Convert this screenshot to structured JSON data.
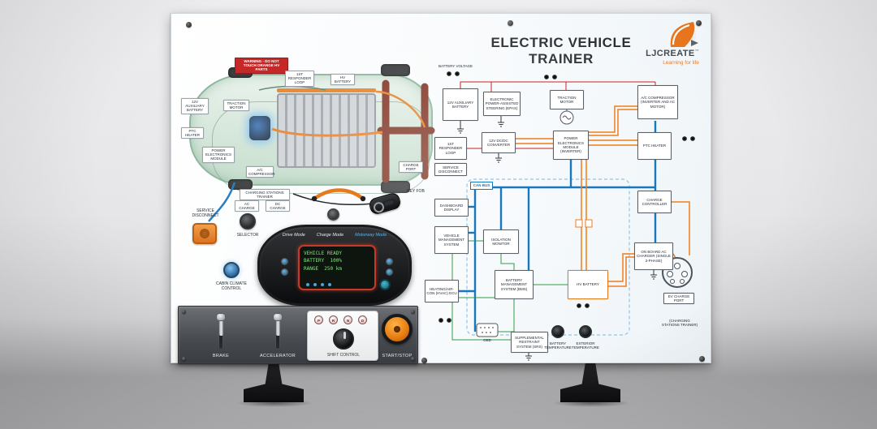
{
  "header": {
    "title": "ELECTRIC VEHICLE TRAINER",
    "brand": "LJCREATE",
    "trademark": "™",
    "tagline": "Learning for life"
  },
  "car": {
    "warning": "WARNING - DO NOT TOUCH ORANGE HV PARTS",
    "labels": [
      {
        "text": "1ST RESPONDER LOOP"
      },
      {
        "text": "HV BATTERY"
      },
      {
        "text": "12V AUXILIARY BATTERY"
      },
      {
        "text": "TRACTION MOTOR"
      },
      {
        "text": "POWER ELECTRONICS MODULE"
      },
      {
        "text": "PTC HEATER"
      },
      {
        "text": "A/C COMPRESSOR"
      },
      {
        "text": "CHARGE PORT"
      }
    ],
    "charging_note": "CHARGING STATIONS TRAINER",
    "ac_charge": "AC CHARGE",
    "dc_charge": "DC CHARGE"
  },
  "controls": {
    "service_disconnect": "SERVICE DISCONNECT",
    "selector": "SELECTOR",
    "cabin_climate": "CABIN CLIMATE CONTROL",
    "key_fob": "KEY FOB",
    "cluster": {
      "modes": [
        "Drive Mode",
        "Charge Mode",
        "Motorway Mode"
      ],
      "lcd_lines": [
        "VEHICLE READY",
        "BATTERY  100%",
        "RANGE  250 km"
      ]
    }
  },
  "bottom_panel": {
    "brake": "BRAKE",
    "accelerator": "ACCELERATOR",
    "shift_control": "SHIFT CONTROL",
    "shift_buttons": [
      "P",
      "R",
      "N",
      "D"
    ],
    "start_stop": "START/STOP"
  },
  "diagram": {
    "battery_voltage": "BATTERY VOLTAGE",
    "can_bus": "CAN BUS",
    "boxes": [
      {
        "label": "12V AUXILIARY BATTERY"
      },
      {
        "label": "ELECTRONIC POWER-ASSISTED STEERING (EPAS)"
      },
      {
        "label": "TRACTION MOTOR"
      },
      {
        "label": "A/C COMPRESSOR (INVERTER AND AC MOTOR)"
      },
      {
        "label": "12V DC/DC CONVERTER"
      },
      {
        "label": "POWER ELECTRONICS MODULE (INVERTER)"
      },
      {
        "label": "PTC HEATER"
      },
      {
        "label": "1ST RESPONDER LOOP"
      },
      {
        "label": "SERVICE DISCONNECT"
      },
      {
        "label": "DASHBOARD DISPLAY"
      },
      {
        "label": "VEHICLE MANAGEMENT SYSTEM"
      },
      {
        "label": "ISOLATION MONITOR"
      },
      {
        "label": "BATTERY MANAGEMENT SYSTEM (BMS)"
      },
      {
        "label": "HV BATTERY"
      },
      {
        "label": "HEATING/AIR-CON (HVAC) ECU"
      },
      {
        "label": "SUPPLEMENTAL RESTRAINT SYSTEM (SRS)"
      },
      {
        "label": "CHARGE CONTROLLER"
      },
      {
        "label": "ON BOARD AC CHARGER (SINGLE 3-PHASE)"
      },
      {
        "label": "EV CHARGE PORT"
      },
      {
        "label": "(CHARGING STATIONS TRAINER)"
      },
      {
        "label": "OBD"
      }
    ],
    "knobs": [
      {
        "label": "BATTERY TEMPERATURE"
      },
      {
        "label": "EXTERIOR TEMPERATURE"
      }
    ],
    "colors": {
      "can_bus": "#1878be",
      "hv": "#ef7d1a",
      "signal": "#2f9e44",
      "power": "#cc2222"
    }
  }
}
